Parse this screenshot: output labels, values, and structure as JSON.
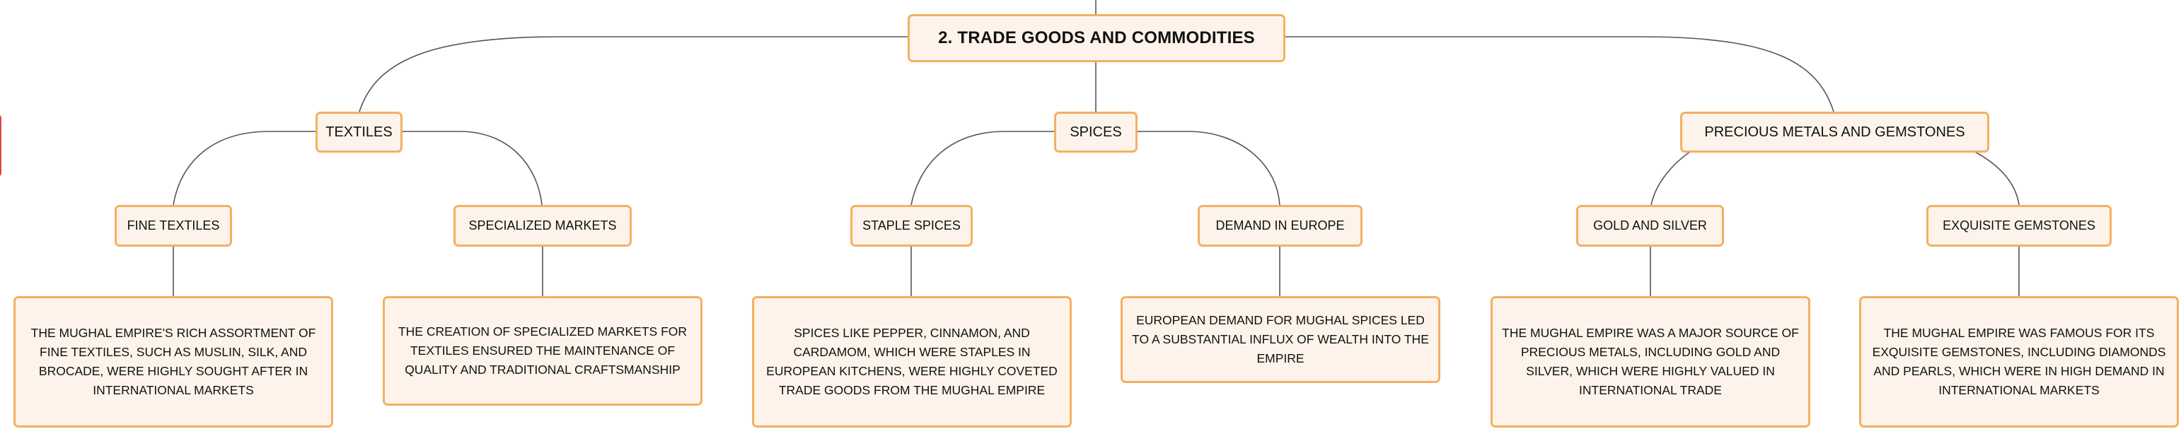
{
  "diagram": {
    "root": {
      "label": "2. TRADE GOODS AND COMMODITIES"
    },
    "branches": [
      {
        "label": "TEXTILES",
        "children": [
          {
            "label": "FINE TEXTILES",
            "detail": "THE MUGHAL EMPIRE'S RICH ASSORTMENT OF FINE TEXTILES, SUCH AS MUSLIN, SILK, AND BROCADE, WERE HIGHLY SOUGHT AFTER IN INTERNATIONAL MARKETS"
          },
          {
            "label": "SPECIALIZED MARKETS",
            "detail": "THE CREATION OF SPECIALIZED MARKETS FOR TEXTILES ENSURED THE MAINTENANCE OF QUALITY AND TRADITIONAL CRAFTSMANSHIP"
          }
        ]
      },
      {
        "label": "SPICES",
        "children": [
          {
            "label": "STAPLE SPICES",
            "detail": "SPICES LIKE PEPPER, CINNAMON, AND CARDAMOM, WHICH WERE STAPLES IN EUROPEAN KITCHENS, WERE HIGHLY COVETED TRADE GOODS FROM THE MUGHAL EMPIRE"
          },
          {
            "label": "DEMAND IN EUROPE",
            "detail": "EUROPEAN DEMAND FOR MUGHAL SPICES LED TO A SUBSTANTIAL INFLUX OF WEALTH INTO THE EMPIRE"
          }
        ]
      },
      {
        "label": "PRECIOUS METALS AND GEMSTONES",
        "children": [
          {
            "label": "GOLD AND SILVER",
            "detail": "THE MUGHAL EMPIRE WAS A MAJOR SOURCE OF PRECIOUS METALS, INCLUDING GOLD AND SILVER, WHICH WERE HIGHLY VALUED IN INTERNATIONAL TRADE"
          },
          {
            "label": "EXQUISITE GEMSTONES",
            "detail": "THE MUGHAL EMPIRE WAS FAMOUS FOR ITS EXQUISITE GEMSTONES, INCLUDING DIAMONDS AND PEARLS, WHICH WERE IN HIGH DEMAND IN INTERNATIONAL MARKETS"
          }
        ]
      }
    ]
  },
  "colors": {
    "node_fill": "#fdf3ea",
    "node_border": "#f4b061",
    "connector": "#555555",
    "side_tab_border": "#e4463c"
  }
}
